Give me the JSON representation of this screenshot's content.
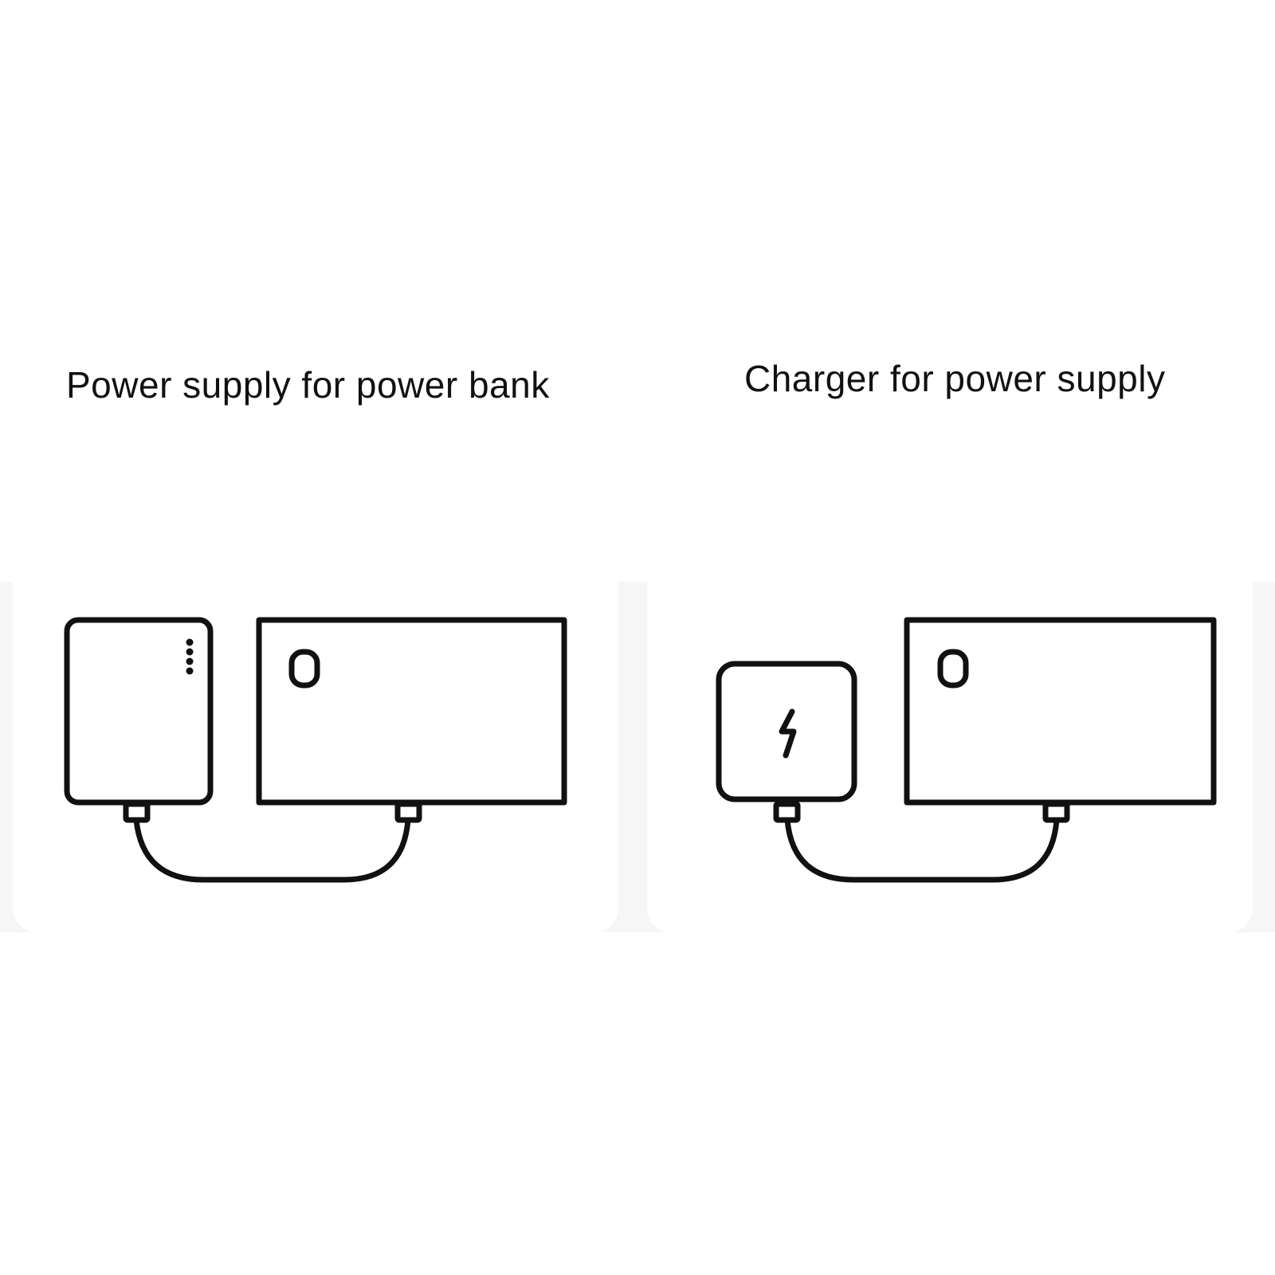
{
  "captions": {
    "left": "Power supply for power bank",
    "right": "Charger for power supply"
  },
  "diagrams": [
    {
      "name": "power-bank-to-power-supply",
      "source_device": "power-bank",
      "target_device": "power-supply-station",
      "indicator_dots": 4,
      "target_badge": "power-button-icon"
    },
    {
      "name": "charger-to-power-supply",
      "source_device": "wall-charger",
      "source_icon": "lightning-bolt-icon",
      "target_device": "power-supply-station",
      "target_badge": "power-button-icon"
    }
  ],
  "colors": {
    "stroke": "#111111",
    "background": "#ffffff",
    "panel_backdrop": "#f6f6f6"
  }
}
